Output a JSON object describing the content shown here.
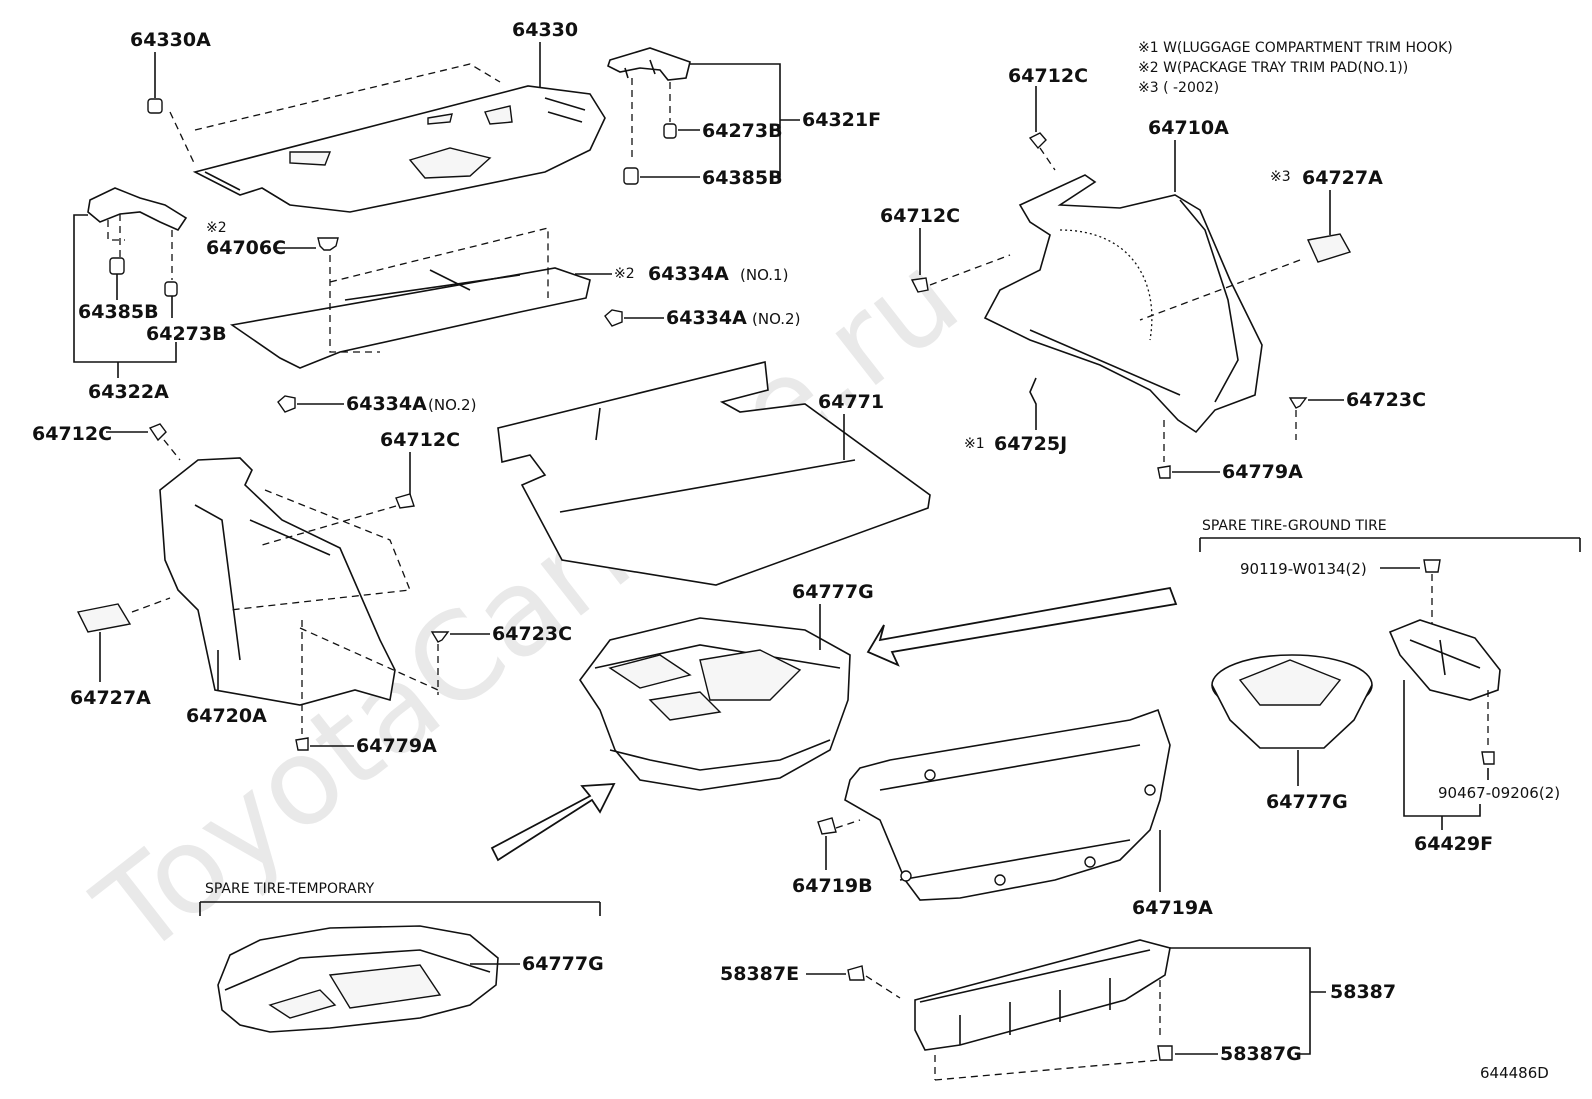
{
  "watermark": "ToyotaCarMine.ru",
  "notes": [
    "※1 W(LUGGAGE COMPARTMENT TRIM HOOK)",
    "※2 W(PACKAGE TRAY TRIM PAD(NO.1))",
    "※3 (      -2002)"
  ],
  "sections": {
    "ground_tire": "SPARE TIRE-GROUND TIRE",
    "temporary": "SPARE TIRE-TEMPORARY"
  },
  "labels": {
    "p64330A": "64330A",
    "p64330": "64330",
    "p64273B_top": "64273B",
    "p64321F": "64321F",
    "p64385B_top": "64385B",
    "p64712C_tr": "64712C",
    "p64710A": "64710A",
    "p64727A_tr": "64727A",
    "p64712C_mr": "64712C",
    "p64706C": "64706C",
    "p64334A_no1": "64334A",
    "p64334A_no2_r": "64334A",
    "p64385B_left": "64385B",
    "p64273B_left": "64273B",
    "p64322A": "64322A",
    "p64334A_no2_l": "64334A",
    "p64771": "64771",
    "p64725J": "64725J",
    "p64723C_r": "64723C",
    "p64779A_r": "64779A",
    "p64712C_l": "64712C",
    "p64712C_m": "64712C",
    "p90119": "90119-W0134(2)",
    "p64727A_l": "64727A",
    "p64720A": "64720A",
    "p64723C_l": "64723C",
    "p64777G_main": "64777G",
    "p64779A_l": "64779A",
    "p90467": "90467-09206(2)",
    "p64777G_ground": "64777G",
    "p64429F": "64429F",
    "p64719B": "64719B",
    "p64719A": "64719A",
    "p64777G_temp": "64777G",
    "p58387E": "58387E",
    "p58387": "58387",
    "p58387G": "58387G",
    "figure_id": "644486D"
  },
  "marks": {
    "note1": "※1",
    "note2": "※2",
    "note3": "※3"
  },
  "suffix": {
    "no1": "(NO.1)",
    "no2": "(NO.2)"
  }
}
